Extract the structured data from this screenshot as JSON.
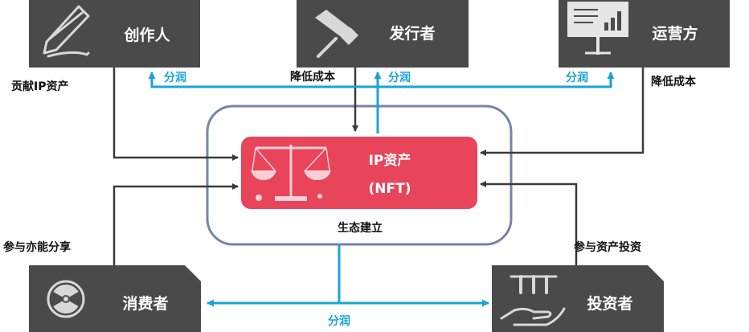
{
  "nodes": {
    "creator": "创作人",
    "publisher": "发行者",
    "operator": "运营方",
    "consumer": "消费者",
    "investor": "投资者"
  },
  "center": {
    "line1": "IP资产",
    "line2": "(NFT)",
    "ecosystem": "生态建立"
  },
  "labels": {
    "contribute_ip": "贡献IP资产",
    "reduce_cost_publisher": "降低成本",
    "reduce_cost_operator": "降低成本",
    "share_consumer": "参与亦能分享",
    "invest": "参与资产投资",
    "dividend_creator": "分润",
    "dividend_publisher": "分润",
    "dividend_operator": "分润",
    "dividend_bottom": "分润"
  },
  "colors": {
    "node_fill": "#4a4a4a",
    "nft_fill": "#e8445a",
    "ecosystem_border": "#7684a6",
    "share_arrow": "#1aa3d6",
    "dark_arrow": "#3a3a3a"
  },
  "icons": {
    "creator": "pencil-icon",
    "publisher": "pushpin-icon",
    "operator": "presentation-board-icon",
    "consumer": "radiation-icon",
    "investor": "hand-with-vials-icon",
    "nft": "balance-scale-icon"
  }
}
